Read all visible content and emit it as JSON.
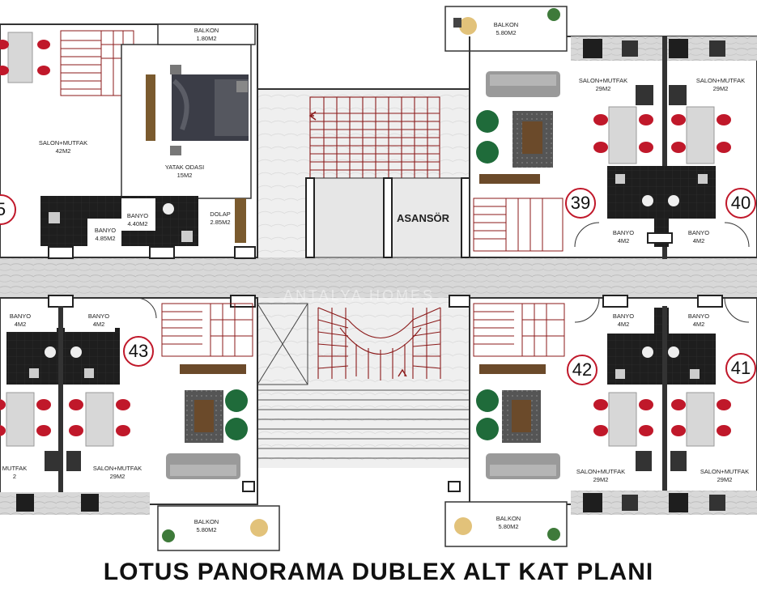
{
  "plan_title": "LOTUS PANORAMA DUBLEX ALT KAT PLANI",
  "elevator_label": "ASANSÖR",
  "watermark": "ANTALYA HOMES",
  "units": {
    "u45": "5",
    "u39": "39",
    "u40": "40",
    "u41": "41",
    "u42": "42",
    "u43": "43"
  },
  "rooms": {
    "tl_balkon": "BALKON",
    "tl_balkon_area": "1.80M2",
    "tl_salon": "SALON+MUTFAK",
    "tl_salon_area": "42M2",
    "tl_yatak": "YATAK ODASI",
    "tl_yatak_area": "15M2",
    "tl_banyo1": "BANYO",
    "tl_banyo1_area": "4.85M2",
    "tl_banyo2": "BANYO",
    "tl_banyo2_area": "4.40M2",
    "tl_dolap": "DOLAP",
    "tl_dolap_area": "2.85M2",
    "tr_balkon": "BALKON",
    "tr_balkon_area": "5.80M2",
    "tr_salon39": "SALON+MUTFAK",
    "tr_salon39_area": "29M2",
    "tr_salon40": "SALON+MUTFAK",
    "tr_salon40_area": "29M2",
    "tr_banyo39": "BANYO",
    "tr_banyo39_area": "4M2",
    "tr_banyo40": "BANYO",
    "tr_banyo40_area": "4M2",
    "bl_banyo1": "BANYO",
    "bl_banyo1_area": "4M2",
    "bl_banyo2": "BANYO",
    "bl_banyo2_area": "4M2",
    "bl_salon1": "MUTFAK",
    "bl_salon1_area": "2",
    "bl_salon2": "SALON+MUTFAK",
    "bl_salon2_area": "29M2",
    "bl_balkon": "BALKON",
    "bl_balkon_area": "5.80M2",
    "br_banyo42": "BANYO",
    "br_banyo42_area": "4M2",
    "br_banyo41": "BANYO",
    "br_banyo41_area": "4M2",
    "br_salon42": "SALON+MUTFAK",
    "br_salon42_area": "29M2",
    "br_salon41": "SALON+MUTFAK",
    "br_salon41_area": "29M2",
    "br_balkon": "BALKON",
    "br_balkon_area": "5.80M2"
  },
  "colors": {
    "wall": "#3a3a3a",
    "stair": "#8b1a1a",
    "corridor": "#d3d3d3",
    "dark_floor": "#2b2b2b",
    "chair": "#c0182a",
    "green_chair": "#1f6b3a",
    "unit_ring": "#c0182a"
  }
}
